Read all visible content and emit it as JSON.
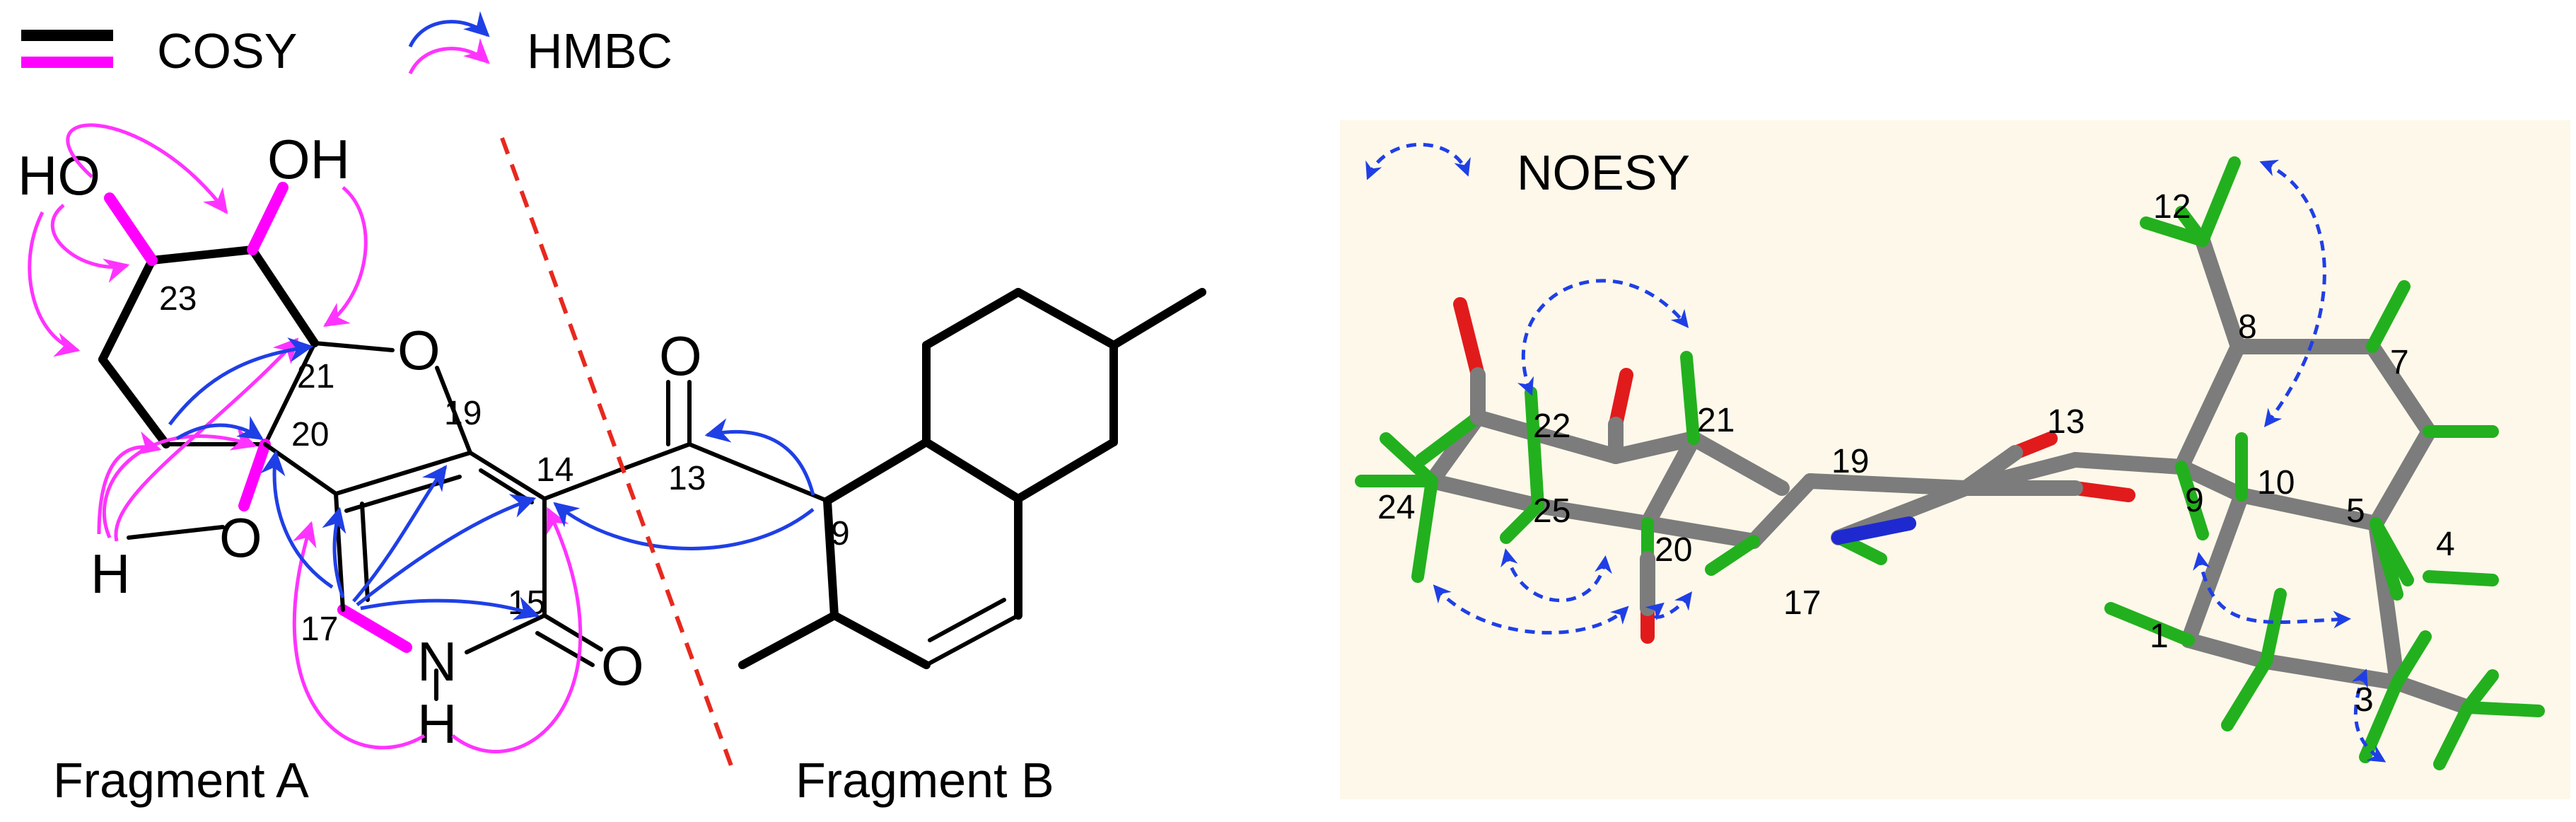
{
  "legend": {
    "cosy": "COSY",
    "hmbc": "HMBC",
    "noesy": "NOESY"
  },
  "fragments": {
    "a": "Fragment A",
    "b": "Fragment B"
  },
  "atoms_2d": {
    "ho_left": "HO",
    "oh_top": "OH",
    "o_ring": "O",
    "o_hydroxyl": "O",
    "h_hydroxyl": "H",
    "o_ketone": "O",
    "o_lactam": "O",
    "n_lactam": "N",
    "h_lactam": "H"
  },
  "numbers_2d": {
    "c23": "23",
    "c21": "21",
    "c20": "20",
    "c19": "19",
    "c14": "14",
    "c13": "13",
    "c9": "9",
    "c17": "17",
    "c15": "15"
  },
  "numbers_3d": {
    "c12": "12",
    "c8": "8",
    "c7": "7",
    "c22": "22",
    "c21": "21",
    "c13": "13",
    "c24": "24",
    "c25": "25",
    "c19": "19",
    "c9": "9",
    "c10": "10",
    "c5": "5",
    "c4": "4",
    "c20": "20",
    "c17": "17",
    "c1": "1",
    "c3": "3"
  },
  "colors": {
    "cosy_bond": "#ff00ff",
    "bond": "#000000",
    "hmbc_blue": "#1f3fe6",
    "hmbc_magenta": "#ff33ff",
    "divider": "#e8281e",
    "panel_bg": "#fdf8ea",
    "carbon": "#7c7c7c",
    "hydrogen": "#23b01e",
    "oxygen": "#e11b1b",
    "nitrogen": "#1e2ad0"
  }
}
